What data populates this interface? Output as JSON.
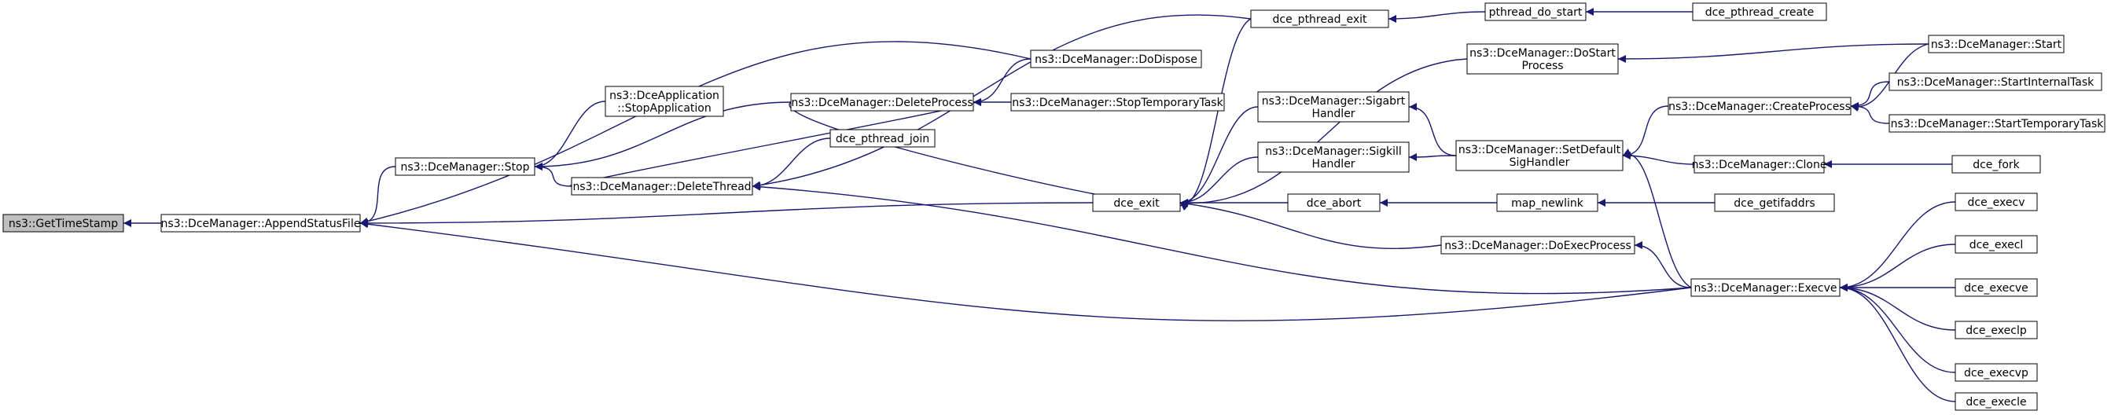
{
  "diagram": {
    "type": "call-graph",
    "edge_color": "#191970",
    "root_fill": "#bfbfbf",
    "nodes": [
      {
        "id": "n0",
        "lines": [
          "ns3::GetTimeStamp"
        ],
        "root": true
      },
      {
        "id": "n1",
        "lines": [
          "ns3::DceManager::AppendStatusFile"
        ]
      },
      {
        "id": "n2",
        "lines": [
          "ns3::DceManager::DoDispose"
        ]
      },
      {
        "id": "n3",
        "lines": [
          "ns3::DceApplication",
          "::StopApplication"
        ]
      },
      {
        "id": "n4",
        "lines": [
          "ns3::DceManager::Stop"
        ]
      },
      {
        "id": "n5",
        "lines": [
          "ns3::DceManager::DeleteProcess"
        ]
      },
      {
        "id": "n6",
        "lines": [
          "ns3::DceManager::StopTemporaryTask"
        ]
      },
      {
        "id": "n7",
        "lines": [
          "dce_pthread_join"
        ]
      },
      {
        "id": "n8",
        "lines": [
          "ns3::DceManager::DeleteThread"
        ]
      },
      {
        "id": "n9",
        "lines": [
          "dce_exit"
        ]
      },
      {
        "id": "n10",
        "lines": [
          "dce_pthread_exit"
        ]
      },
      {
        "id": "n11",
        "lines": [
          "pthread_do_start"
        ]
      },
      {
        "id": "n12",
        "lines": [
          "dce_pthread_create"
        ]
      },
      {
        "id": "n13",
        "lines": [
          "ns3::DceManager::DoStart",
          "Process"
        ]
      },
      {
        "id": "n14",
        "lines": [
          "ns3::DceManager::Start"
        ]
      },
      {
        "id": "n15",
        "lines": [
          "ns3::DceManager::Sigabrt",
          "Handler"
        ]
      },
      {
        "id": "n16",
        "lines": [
          "ns3::DceManager::Sigkill",
          "Handler"
        ]
      },
      {
        "id": "n17",
        "lines": [
          "ns3::DceManager::SetDefault",
          "SigHandler"
        ]
      },
      {
        "id": "n18",
        "lines": [
          "ns3::DceManager::CreateProcess"
        ]
      },
      {
        "id": "n19",
        "lines": [
          "ns3::DceManager::StartInternalTask"
        ]
      },
      {
        "id": "n20",
        "lines": [
          "ns3::DceManager::StartTemporaryTask"
        ]
      },
      {
        "id": "n21",
        "lines": [
          "ns3::DceManager::Clone"
        ]
      },
      {
        "id": "n22",
        "lines": [
          "dce_fork"
        ]
      },
      {
        "id": "n23",
        "lines": [
          "dce_abort"
        ]
      },
      {
        "id": "n24",
        "lines": [
          "map_newlink"
        ]
      },
      {
        "id": "n25",
        "lines": [
          "dce_getifaddrs"
        ]
      },
      {
        "id": "n26",
        "lines": [
          "ns3::DceManager::DoExecProcess"
        ]
      },
      {
        "id": "n27",
        "lines": [
          "ns3::DceManager::Execve"
        ]
      },
      {
        "id": "n28",
        "lines": [
          "dce_execv"
        ]
      },
      {
        "id": "n29",
        "lines": [
          "dce_execl"
        ]
      },
      {
        "id": "n30",
        "lines": [
          "dce_execve"
        ]
      },
      {
        "id": "n31",
        "lines": [
          "dce_execlp"
        ]
      },
      {
        "id": "n32",
        "lines": [
          "dce_execvp"
        ]
      },
      {
        "id": "n33",
        "lines": [
          "dce_execle"
        ]
      }
    ],
    "edges": [
      {
        "from": "n1",
        "to": "n0"
      },
      {
        "from": "n2",
        "to": "n1"
      },
      {
        "from": "n4",
        "to": "n1"
      },
      {
        "from": "n9",
        "to": "n1"
      },
      {
        "from": "n27",
        "to": "n1"
      },
      {
        "from": "n3",
        "to": "n4"
      },
      {
        "from": "n5",
        "to": "n4"
      },
      {
        "from": "n8",
        "to": "n4"
      },
      {
        "from": "n2",
        "to": "n5"
      },
      {
        "from": "n6",
        "to": "n5"
      },
      {
        "from": "n8",
        "to": "n5"
      },
      {
        "from": "n7",
        "to": "n8"
      },
      {
        "from": "n10",
        "to": "n8"
      },
      {
        "from": "n27",
        "to": "n8"
      },
      {
        "from": "n5",
        "to": "n9"
      },
      {
        "from": "n10",
        "to": "n9"
      },
      {
        "from": "n13",
        "to": "n9"
      },
      {
        "from": "n15",
        "to": "n9"
      },
      {
        "from": "n16",
        "to": "n9"
      },
      {
        "from": "n23",
        "to": "n9"
      },
      {
        "from": "n26",
        "to": "n9"
      },
      {
        "from": "n11",
        "to": "n10"
      },
      {
        "from": "n12",
        "to": "n11"
      },
      {
        "from": "n14",
        "to": "n13"
      },
      {
        "from": "n17",
        "to": "n15"
      },
      {
        "from": "n17",
        "to": "n16"
      },
      {
        "from": "n18",
        "to": "n17"
      },
      {
        "from": "n21",
        "to": "n17"
      },
      {
        "from": "n27",
        "to": "n17"
      },
      {
        "from": "n14",
        "to": "n18"
      },
      {
        "from": "n19",
        "to": "n18"
      },
      {
        "from": "n20",
        "to": "n18"
      },
      {
        "from": "n22",
        "to": "n21"
      },
      {
        "from": "n24",
        "to": "n23"
      },
      {
        "from": "n25",
        "to": "n24"
      },
      {
        "from": "n27",
        "to": "n26"
      },
      {
        "from": "n28",
        "to": "n27"
      },
      {
        "from": "n29",
        "to": "n27"
      },
      {
        "from": "n30",
        "to": "n27"
      },
      {
        "from": "n31",
        "to": "n27"
      },
      {
        "from": "n32",
        "to": "n27"
      },
      {
        "from": "n33",
        "to": "n27"
      }
    ]
  }
}
